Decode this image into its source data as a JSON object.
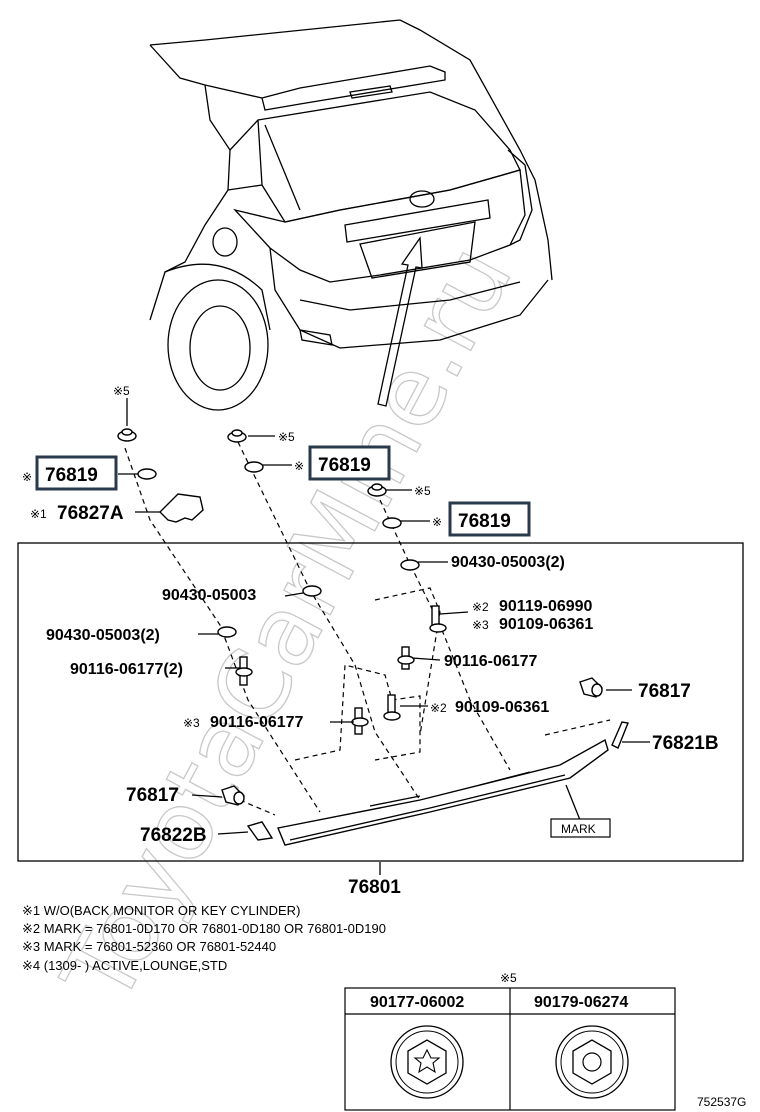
{
  "watermark": "ToyotaCarMine.ru",
  "diagram_code": "752537G",
  "main_part": "76801",
  "callouts": {
    "clip_left": "76819",
    "clip_mid": "76819",
    "clip_right": "76819",
    "bracket": "76827A",
    "washer_right_top": "90430-05003(2)",
    "washer_mid": "90430-05003",
    "washer_left": "90430-05003(2)",
    "bolt_right_a": "90119-06990",
    "bolt_right_b": "90109-06361",
    "stud_left": "90116-06177(2)",
    "stud_mid": "90116-06177",
    "stud_low": "90116-06177",
    "bolt_mid": "90109-06361",
    "cap_right": "76817",
    "cap_left": "76817",
    "end_right": "76821B",
    "end_left": "76822B",
    "mark_box": "MARK"
  },
  "ref_marks": {
    "m1": "※1",
    "m2": "※2",
    "m3": "※3",
    "m5": "※5",
    "ref": "※"
  },
  "notes": [
    "※1 W/O(BACK MONITOR OR KEY CYLINDER)",
    "※2 MARK = 76801-0D170 OR 76801-0D180 OR 76801-0D190",
    "※3 MARK = 76801-52360 OR 76801-52440",
    "※4 (1309-        ) ACTIVE,LOUNGE,STD"
  ],
  "nut_table": {
    "header_mark": "※5",
    "col1": "90177-06002",
    "col2": "90179-06274"
  }
}
